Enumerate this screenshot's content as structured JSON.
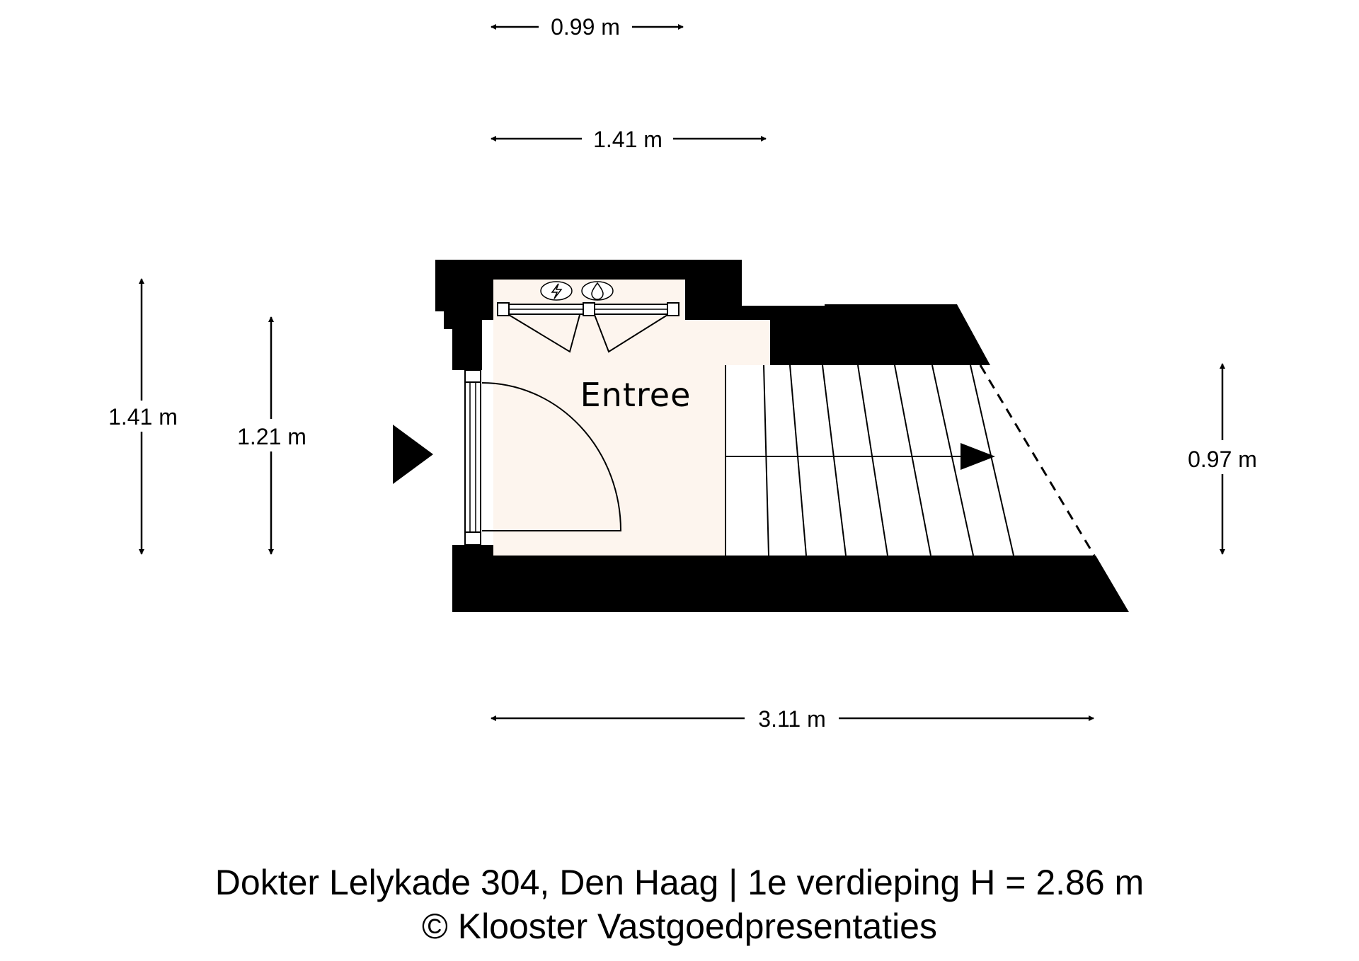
{
  "room": {
    "name": "Entree"
  },
  "dimensions": {
    "top_1": "0.99 m",
    "top_2": "1.41 m",
    "left_outer": "1.41 m",
    "left_inner": "1.21 m",
    "right": "0.97 m",
    "bottom": "3.11 m"
  },
  "meter_icons": [
    "electricity-icon",
    "water-icon"
  ],
  "caption": {
    "line1": "Dokter Lelykade 304, Den Haag | 1e verdieping H = 2.86 m",
    "line2": "© Klooster Vastgoedpresentaties"
  },
  "colors": {
    "floor": "#fdf5ee",
    "wall": "#000000"
  }
}
